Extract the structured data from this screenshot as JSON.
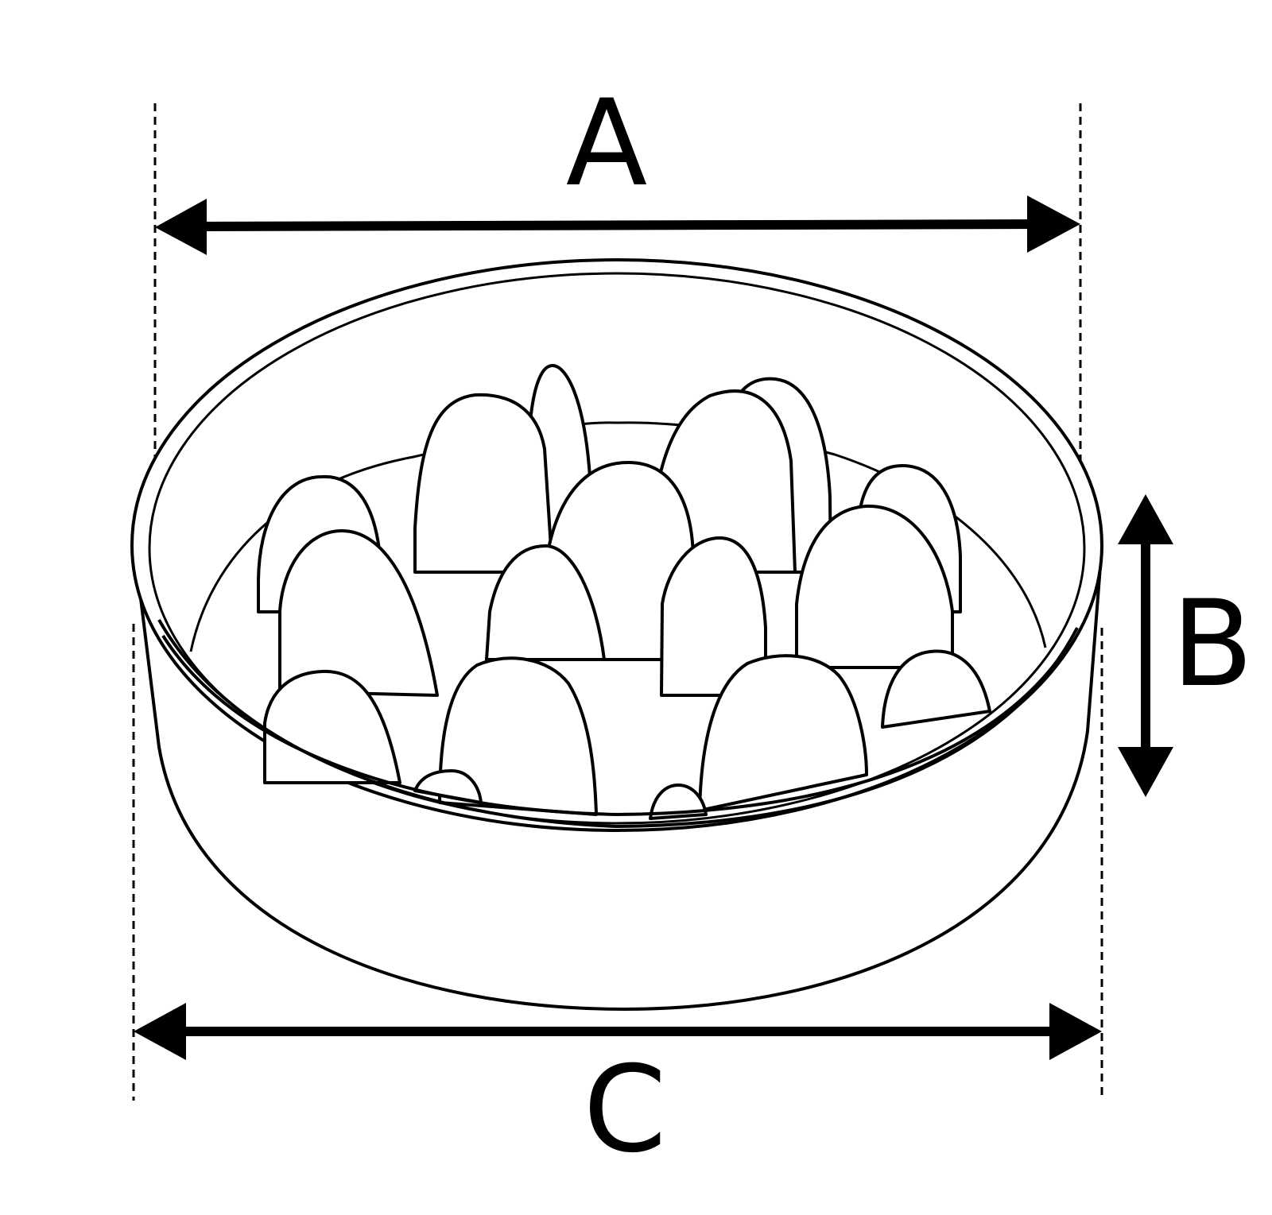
{
  "labels": {
    "a": "A",
    "b": "B",
    "c": "C"
  },
  "colors": {
    "ink": "#000000",
    "background": "#ffffff"
  }
}
